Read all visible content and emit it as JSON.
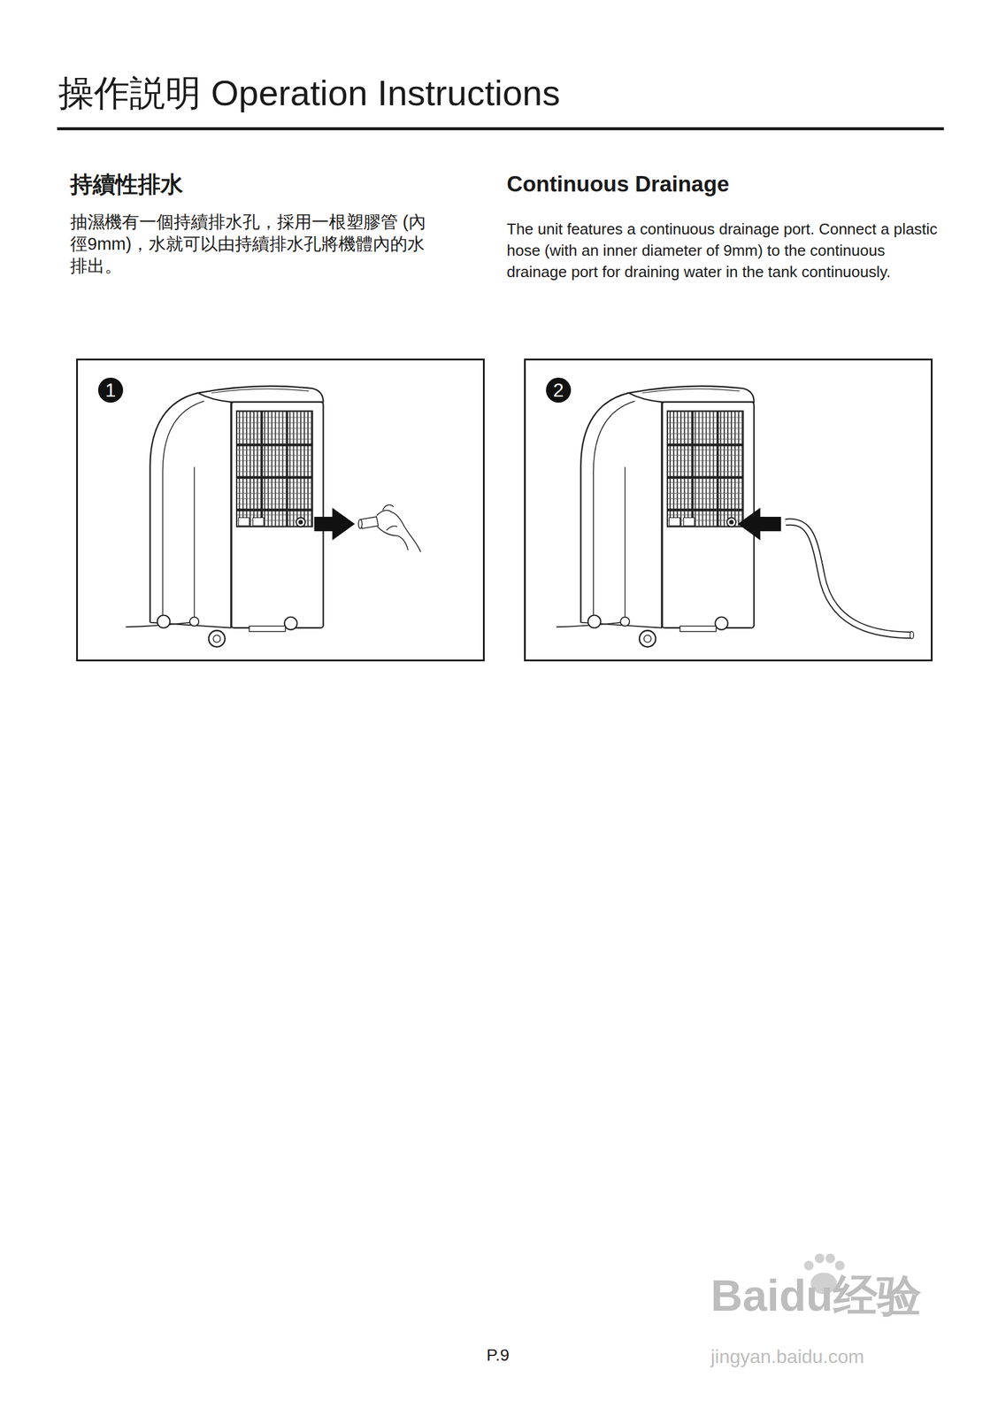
{
  "diagram": {
    "title": "操作説明 Operation Instructions",
    "nodes": [
      {
        "text": [
          "1"
        ]
      },
      {
        "text": [
          "2"
        ]
      }
    ],
    "labels": [
      "持續性排水",
      "抽濕機有一個持續排水孔，採用一根塑膠管 (內徑9mm)，水就可以由持續排水孔將機體內的水排出。",
      "Continuous Drainage",
      "The unit features a continuous drainage port. Connect a plastic hose (with an inner diameter of 9mm) to the continuous drainage port for draining water in the tank continuously.",
      "P.9",
      "Baidu经验",
      "jingyan.baidu.com"
    ]
  }
}
